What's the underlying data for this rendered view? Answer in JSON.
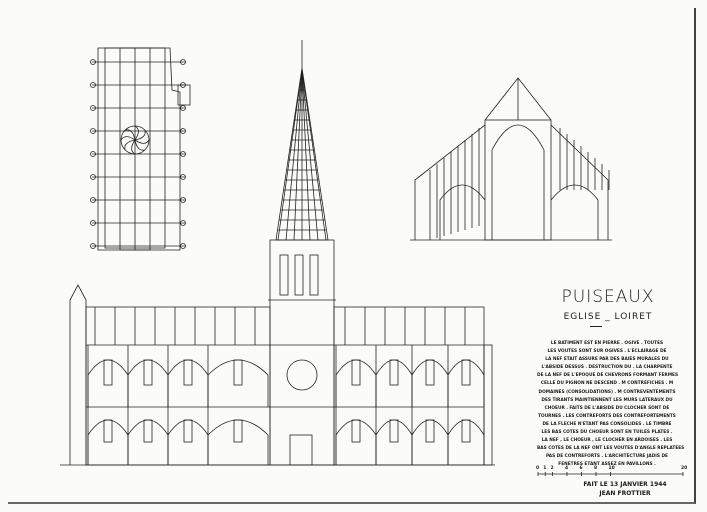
{
  "title": "PUISEAUX",
  "subtitle": "EGLISE _ LOIRET",
  "notes": [
    "LE BATIMENT EST EN PIERRE . OGIVE . TOUTES",
    "LES VOUTES SONT SUR OGIVES . L'ECLAIRAGE DE",
    "LA NEF ETAIT ASSURE PAR DES BAIES MURALES DU",
    "L'ABSIDE DESSUS . DESTRUCTION DU . LA CHARPENTE",
    "DE LA NEF DE L'EPOQUE DE CHEVRONS FORMANT FERMES",
    "CELLE DU PIGNON NE DESCEND . M CONTREFICHES . M",
    "DOMAINES (CONSOLIDATIONS) . M CONTREVENTEMENTS",
    "DES TIRANTS MAINTIENNENT LES MURS LATERAUX DU",
    "CHOEUR . FAITS DE L'ABSIDE DU CLOCHER SONT DE",
    "TOURNES . LES CONTREFORTS DES CONTREFORTEMENTS",
    "DE LA FLECHE N'ETANT PAS CONSOLIDES . LE TIMBRE",
    "LES BAS COTES DU CHOEUR SONT EN TUILES PLATES .",
    "LA NEF , LE CHOEUR , LE CLOCHER EN ARDOISES . LES",
    "BAS COTES DE LA NEF ONT LES VOUTES D'ANGLE REPLATEES",
    "PAS DE CONTREFORTS . L'ARCHITECTURE JADIS DE",
    "FENETRES ETANT ASSEZ EN PAVILLONS ."
  ],
  "scale": {
    "labels": [
      "0",
      "1",
      "2",
      "4",
      "6",
      "8",
      "10",
      "20"
    ],
    "unit_values": [
      0,
      1,
      2,
      4,
      6,
      8,
      10,
      20
    ]
  },
  "footer": {
    "date_line": "FAIT LE 13 JANVIER 1944",
    "author": "JEAN FROTTIER"
  }
}
